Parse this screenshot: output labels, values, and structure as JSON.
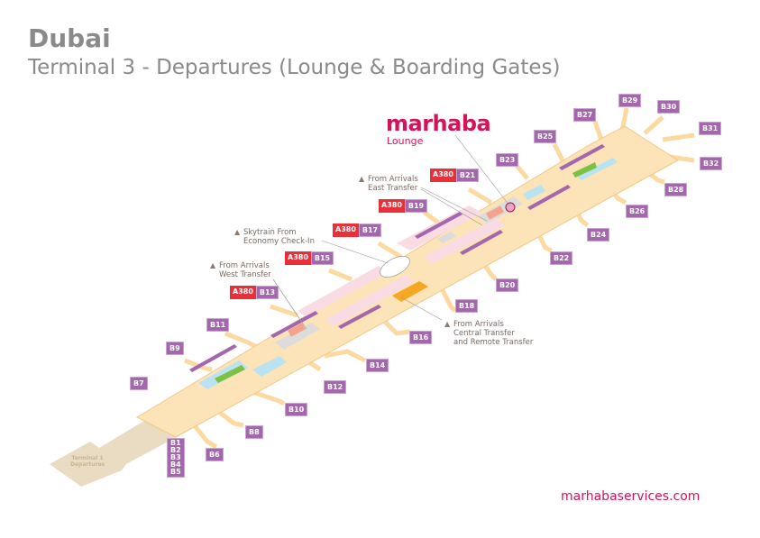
{
  "header": {
    "title": "Dubai",
    "subtitle": "Terminal 3 - Departures (Lounge & Boarding Gates)"
  },
  "logo": {
    "brand": "marhaba",
    "sub": "Lounge"
  },
  "website": "marhabaservices.com",
  "terminal1": {
    "line1": "Terminal 1",
    "line2": "Departures"
  },
  "a380_label": "A380",
  "gates_stack": [
    "B1",
    "B2",
    "B3",
    "B4",
    "B5"
  ],
  "gates": {
    "B6": "B6",
    "B7": "B7",
    "B8": "B8",
    "B9": "B9",
    "B10": "B10",
    "B11": "B11",
    "B12": "B12",
    "B13": "B13",
    "B14": "B14",
    "B15": "B15",
    "B16": "B16",
    "B17": "B17",
    "B18": "B18",
    "B19": "B19",
    "B20": "B20",
    "B21": "B21",
    "B22": "B22",
    "B23": "B23",
    "B24": "B24",
    "B25": "B25",
    "B26": "B26",
    "B27": "B27",
    "B28": "B28",
    "B29": "B29",
    "B30": "B30",
    "B31": "B31",
    "B32": "B32"
  },
  "callouts": {
    "east": [
      "From Arrivals",
      "East Transfer"
    ],
    "skytrain": [
      "Skytrain From",
      "Economy Check-In"
    ],
    "west": [
      "From Arrivals",
      "West Transfer"
    ],
    "central": [
      "From Arrivals",
      "Central Transfer",
      "and Remote Transfer"
    ]
  },
  "colors": {
    "brand": "#d4145a",
    "gate": "#a466ad",
    "a380": "#e8303b",
    "concourse": "#fde3b8",
    "lounge": "#f7a823",
    "water": "#b9e3f3"
  }
}
